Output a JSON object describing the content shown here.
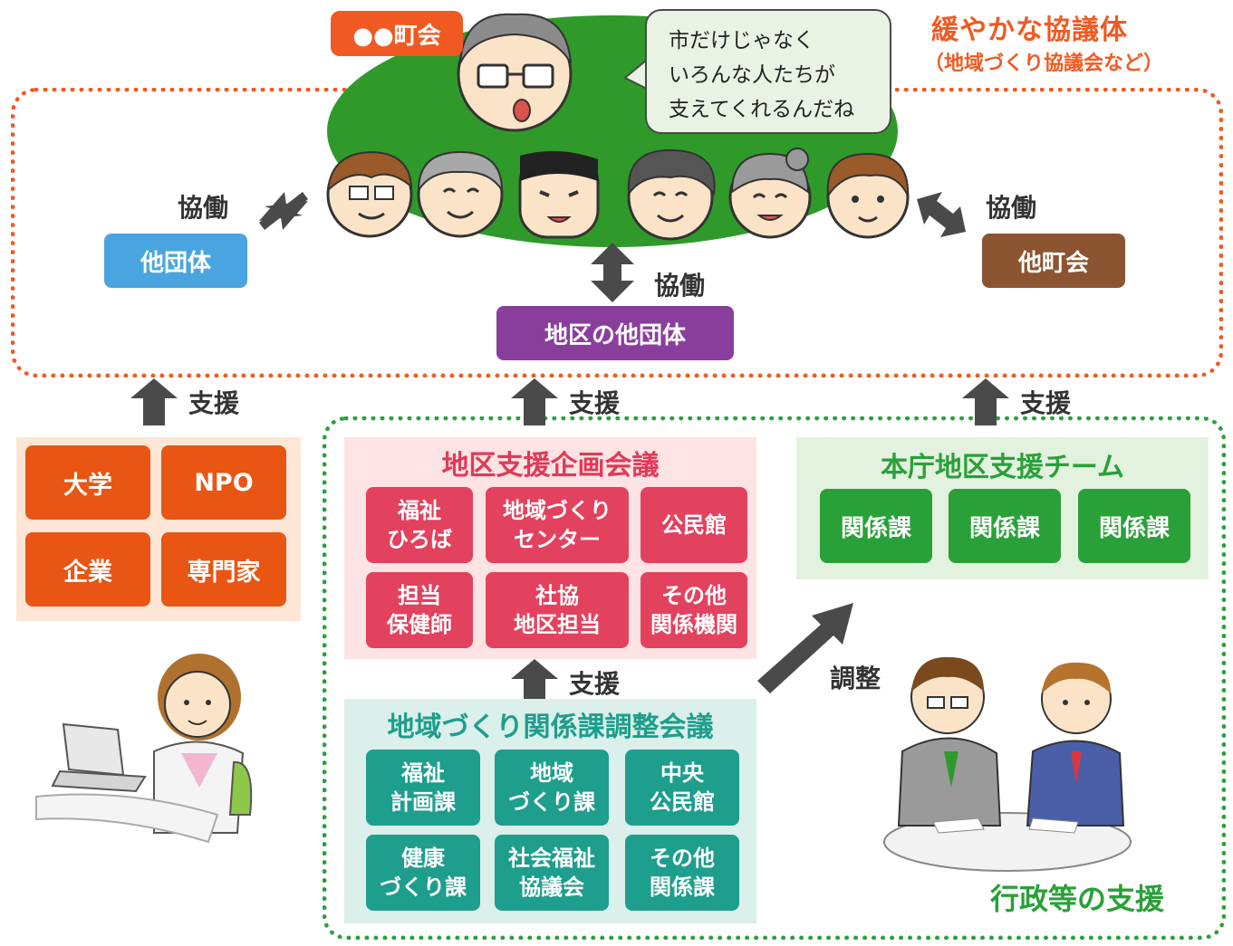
{
  "title": {
    "line1": "緩やかな協議体",
    "line2": "（地域づくり協議会など）"
  },
  "speech_bubble": {
    "lines": [
      "市だけじゃなく",
      "いろんな人たちが",
      "支えてくれるんだね"
    ]
  },
  "town_badge": "●●町会",
  "labels": {
    "kyodo": "協働",
    "shien": "支援",
    "chosei": "調整"
  },
  "other_org": "他団体",
  "other_town": "他町会",
  "district_org": "地区の他団体",
  "supporters": [
    "大学",
    "NPO",
    "企業",
    "専門家"
  ],
  "planning_council": {
    "title": "地区支援企画会議",
    "items": [
      {
        "l1": "福祉",
        "l2": "ひろば"
      },
      {
        "l1": "地域づくり",
        "l2": "センター"
      },
      {
        "l1": "公民館",
        "l2": ""
      },
      {
        "l1": "担当",
        "l2": "保健師"
      },
      {
        "l1": "社協",
        "l2": "地区担当"
      },
      {
        "l1": "その他",
        "l2": "関係機関"
      }
    ]
  },
  "hq_team": {
    "title": "本庁地区支援チーム",
    "items": [
      "関係課",
      "関係課",
      "関係課"
    ]
  },
  "coord_council": {
    "title": "地域づくり関係課調整会議",
    "items": [
      {
        "l1": "福祉",
        "l2": "計画課"
      },
      {
        "l1": "地域",
        "l2": "づくり課"
      },
      {
        "l1": "中央",
        "l2": "公民館"
      },
      {
        "l1": "健康",
        "l2": "づくり課"
      },
      {
        "l1": "社会福祉",
        "l2": "協議会"
      },
      {
        "l1": "その他",
        "l2": "関係課"
      }
    ]
  },
  "footer": "行政等の支援",
  "colors": {
    "orange": "#f05a22",
    "green": "#2aa039",
    "blue": "#4aa4df",
    "brown": "#8a5530",
    "purple": "#8a3e9c",
    "pink": "#e2425e",
    "teal": "#1e9e8c"
  }
}
